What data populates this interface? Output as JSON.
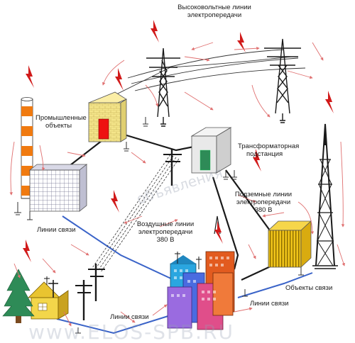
{
  "labels": {
    "hv_lines": [
      "Высоковольтные линии",
      "электропередачи"
    ],
    "industrial": [
      "Промышленные",
      "объекты"
    ],
    "substation": [
      "Трансформаторная",
      "подстанция"
    ],
    "underground": [
      "Подземные линии",
      "электропередачи",
      "380 В"
    ],
    "comm_left": "Линии связи",
    "overhead": [
      "Воздушные линии",
      "электропередачи",
      "380 В"
    ],
    "comm_objects": "Объекты связи",
    "comm_right": "Линии связи",
    "comm_bottom": "Линии связи"
  },
  "watermarks": {
    "center": "объявления",
    "bottom": "www.ELOS-SPB.RU"
  },
  "colors": {
    "lightning": "#d11a1a",
    "current_arrow": "#e07070",
    "power_line": "#1a1a1a",
    "comm_line": "#3a63c8",
    "brick": "#f4e58a",
    "substation": "#e9e9e9",
    "cabinet": "#f0c419",
    "tree": "#2e8b57"
  }
}
